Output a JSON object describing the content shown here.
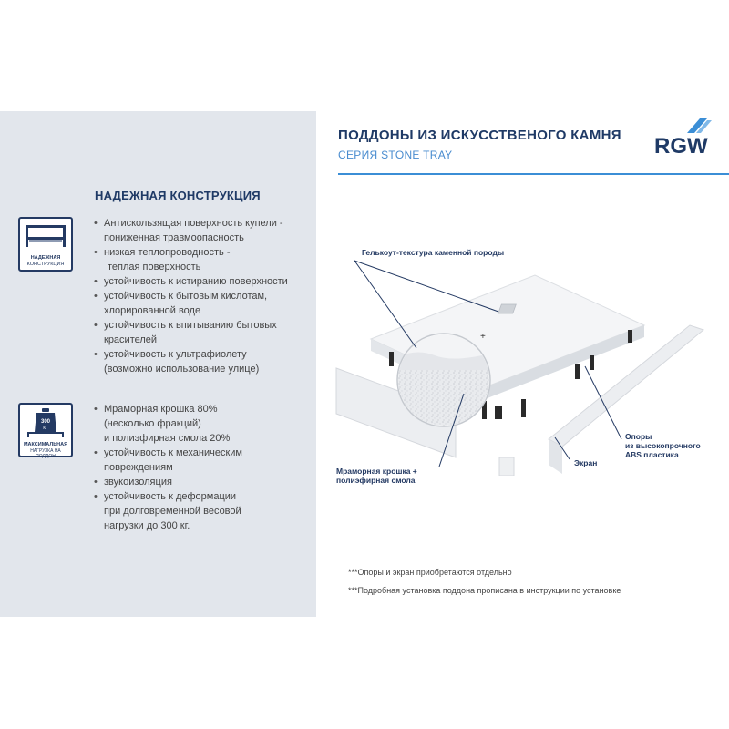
{
  "header": {
    "title": "ПОДДОНЫ ИЗ ИСКУССТВЕНОГО КАМНЯ",
    "subtitle": "СЕРИЯ STONE TRAY",
    "brand": "RGW"
  },
  "colors": {
    "navy": "#1f3a66",
    "accent": "#3b8ed6",
    "panel": "#e2e6ec"
  },
  "left": {
    "section_title": "НАДЕЖНАЯ КОНСТРУКЦИЯ",
    "badge1": {
      "icon": "shelf-icon",
      "line1": "НАДЕЖНАЯ",
      "line2": "КОНСТРУКЦИЯ"
    },
    "badge2": {
      "icon": "weight-icon",
      "weight": "300",
      "unit": "КГ",
      "line1": "МАКСИМАЛЬНАЯ",
      "line2": "НАГРУЗКА НА ПОДДОН"
    },
    "list1": [
      {
        "text": "Антискользящая поверхность купели -",
        "cont": "пониженная травмоопасность"
      },
      {
        "text": "низкая теплопроводность -",
        "cont": "теплая поверхность"
      },
      {
        "text": "устойчивость к истиранию поверхности",
        "cont": ""
      },
      {
        "text": "устойчивость к бытовым кислотам,",
        "cont": "хлорированной воде"
      },
      {
        "text": "устойчивость к впитыванию бытовых",
        "cont": "красителей"
      },
      {
        "text": "устойчивость к ультрафиолету",
        "cont": "(возможно использование улице)"
      }
    ],
    "list2": [
      {
        "text": "Мраморная крошка 80%",
        "cont": "(несколько фракций)",
        "cont2": "и полиэфирная смола 20%"
      },
      {
        "text": "устойчивость к механическим",
        "cont": "повреждениям",
        "cont2": ""
      },
      {
        "text": "звукоизоляция",
        "cont": "",
        "cont2": ""
      },
      {
        "text": "устойчивость к деформации",
        "cont": "при долговременной весовой",
        "cont2": "нагрузки до 300 кг."
      }
    ]
  },
  "diagram": {
    "label_gelcoat": "Гелькоут-текстура каменной породы",
    "label_marble_1": "Мраморная крошка +",
    "label_marble_2": "полиэфирная смола",
    "label_supports_1": "Опоры",
    "label_supports_2": "из высокопрочного",
    "label_supports_3": "ABS пластика",
    "label_screen": "Экран"
  },
  "notes": [
    "***Опоры и экран приобретаются отдельно",
    "***Подробная установка поддона прописана в инструкции по установке"
  ]
}
